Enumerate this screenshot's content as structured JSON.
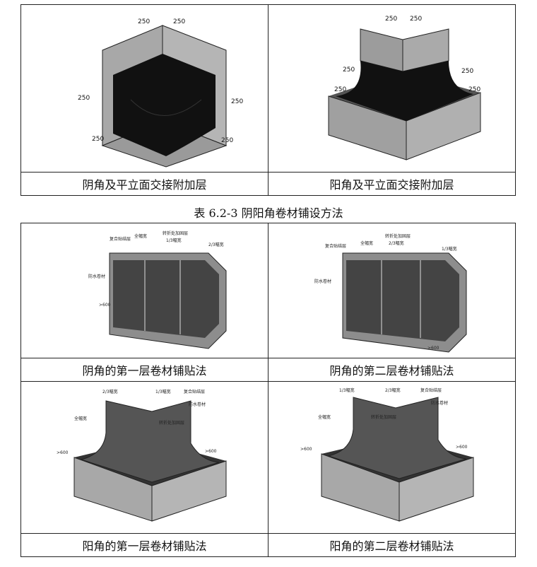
{
  "top_table": {
    "cells": [
      {
        "caption": "阴角及平立面交接附加层",
        "dims": [
          "250",
          "250",
          "250",
          "250",
          "250",
          "250"
        ]
      },
      {
        "caption": "阳角及平立面交接附加层",
        "dims": [
          "250",
          "250",
          "250",
          "250",
          "250",
          "250"
        ]
      }
    ]
  },
  "table_caption": "表 6.2-3  阴阳角卷材铺设方法",
  "bottom_table": {
    "cells": [
      {
        "caption": "阴角的第一层卷材铺贴法",
        "labels": [
          "复合贴结层",
          "全幅宽",
          "转折处加固层",
          "1/3幅宽",
          "2/3幅宽",
          "防水卷材",
          ">600"
        ]
      },
      {
        "caption": "阴角的第二层卷材铺贴法",
        "labels": [
          "复合贴结层",
          "全幅宽",
          "转折处加固层",
          "2/3幅宽",
          "1/3幅宽",
          "防水卷材",
          ">600"
        ]
      },
      {
        "caption": "阳角的第一层卷材铺贴法",
        "labels": [
          "2/3幅宽",
          "1/3幅宽",
          "复合贴结层",
          "防水卷材",
          "全幅宽",
          "转折处加固层",
          ">600",
          ">600"
        ]
      },
      {
        "caption": "阳角的第二层卷材铺贴法",
        "labels": [
          "1/3幅宽",
          "2/3幅宽",
          "复合贴结层",
          "全幅宽",
          "防水卷材",
          "转折处加固层",
          ">600",
          ">600"
        ]
      }
    ]
  }
}
